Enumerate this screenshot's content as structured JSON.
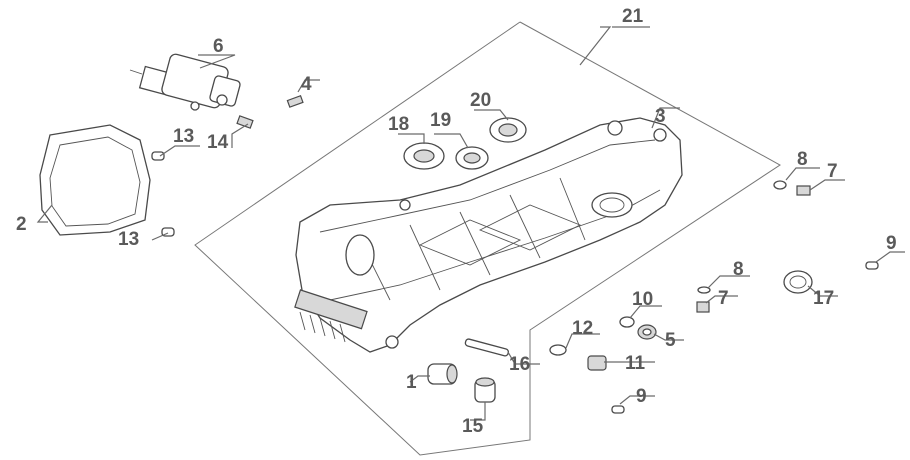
{
  "labels": {
    "l1": "1",
    "l2": "2",
    "l3": "3",
    "l4": "4",
    "l5": "5",
    "l6": "6",
    "l7a": "7",
    "l7b": "7",
    "l8a": "8",
    "l8b": "8",
    "l9a": "9",
    "l9b": "9",
    "l10": "10",
    "l11": "11",
    "l12": "12",
    "l13a": "13",
    "l13b": "13",
    "l14": "14",
    "l15": "15",
    "l16": "16",
    "l17": "17",
    "l18": "18",
    "l19": "19",
    "l20": "20",
    "l21": "21"
  }
}
